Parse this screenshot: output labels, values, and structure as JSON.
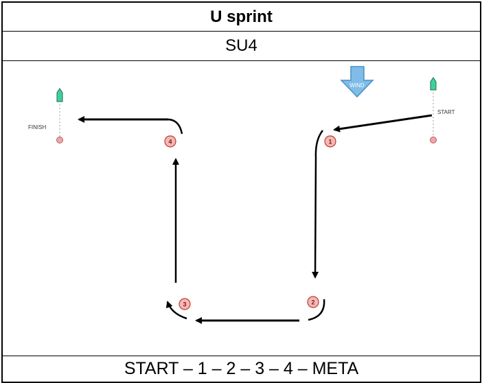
{
  "header": {
    "title": "U sprint",
    "code": "SU4"
  },
  "diagram": {
    "wind_label": "WIND",
    "start_label": "START",
    "finish_label": "FINISH",
    "marks": [
      "1",
      "2",
      "3",
      "4"
    ],
    "colors": {
      "wind_arrow": "#7fbde8",
      "buoy_green": "#3fd19a",
      "buoy_pink": "#f2a5a7",
      "mark_fill": "#f4b8b6",
      "mark_ring": "#c0392b",
      "line": "#000000"
    }
  },
  "footer": {
    "sequence": "START – 1 – 2 – 3 – 4  – META"
  }
}
